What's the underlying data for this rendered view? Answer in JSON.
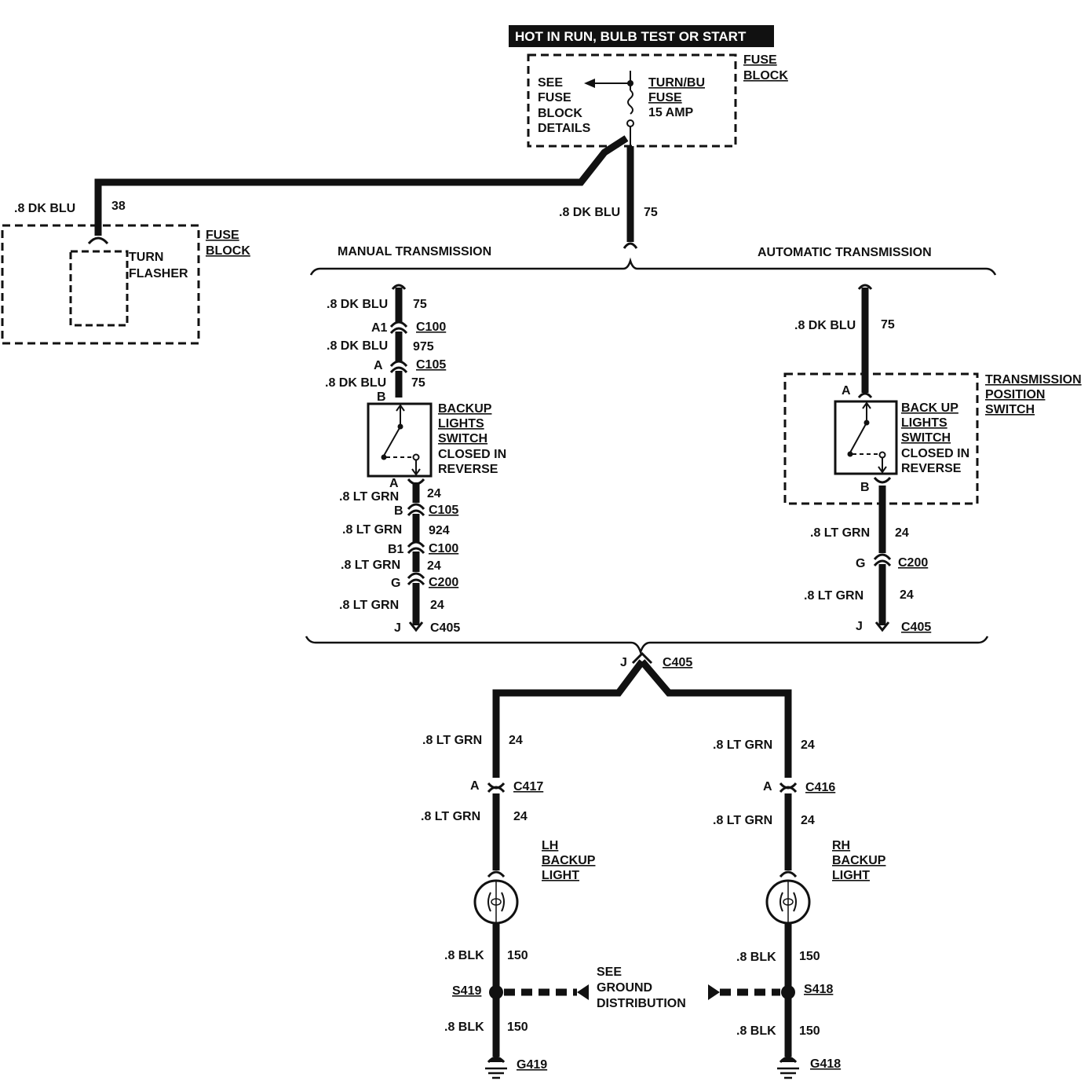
{
  "header": {
    "power_label": "HOT IN RUN, BULB TEST OR START"
  },
  "fuse_block_top": {
    "label_line1": "FUSE",
    "label_line2": "BLOCK",
    "see_line1": "SEE",
    "see_line2": "FUSE",
    "see_line3": "BLOCK",
    "see_line4": "DETAILS",
    "fuse_line1": "TURN/BU",
    "fuse_line2": "FUSE",
    "fuse_line3": "15 AMP"
  },
  "flasher_branch": {
    "wire_color": ".8 DK BLU",
    "circuit": "38",
    "block_label_line1": "FUSE",
    "block_label_line2": "BLOCK",
    "flasher_line1": "TURN",
    "flasher_line2": "FLASHER"
  },
  "main_feed": {
    "wire_color": ".8 DK BLU",
    "circuit": "75"
  },
  "sections": {
    "manual": "MANUAL TRANSMISSION",
    "automatic": "AUTOMATIC TRANSMISSION"
  },
  "manual": {
    "w1_color": ".8 DK BLU",
    "w1_circuit": "75",
    "c100_pin": "A1",
    "c100": "C100",
    "w2_color": ".8 DK BLU",
    "w2_circuit": "975",
    "c105_pin": "A",
    "c105": "C105",
    "w3_color": ".8 DK BLU",
    "w3_circuit": "75",
    "switch_in_pin": "B",
    "switch_line1": "BACKUP",
    "switch_line2": "LIGHTS",
    "switch_line3": "SWITCH",
    "switch_line4": "CLOSED IN",
    "switch_line5": "REVERSE",
    "switch_out_pin": "A",
    "w4_color": ".8 LT GRN",
    "w4_circuit": "24",
    "c105b_pin": "B",
    "c105b": "C105",
    "w5_color": ".8 LT GRN",
    "w5_circuit": "924",
    "c100b_pin": "B1",
    "c100b": "C100",
    "w6_color": ".8 LT GRN",
    "w6_circuit": "24",
    "c200_pin": "G",
    "c200": "C200",
    "w7_color": ".8 LT GRN",
    "w7_circuit": "24",
    "c405_pin": "J",
    "c405": "C405"
  },
  "automatic": {
    "w1_color": ".8 DK BLU",
    "w1_circuit": "75",
    "tps_line1": "TRANSMISSION",
    "tps_line2": "POSITION",
    "tps_line3": "SWITCH",
    "switch_in_pin": "A",
    "switch_line1": "BACK UP",
    "switch_line2": "LIGHTS",
    "switch_line3": "SWITCH",
    "switch_line4": "CLOSED IN",
    "switch_line5": "REVERSE",
    "switch_out_pin": "B",
    "w2_color": ".8 LT GRN",
    "w2_circuit": "24",
    "c200_pin": "G",
    "c200": "C200",
    "w3_color": ".8 LT GRN",
    "w3_circuit": "24",
    "c405_pin": "J",
    "c405": "C405"
  },
  "junction": {
    "pin": "J",
    "connector": "C405"
  },
  "left_light": {
    "w1_color": ".8 LT GRN",
    "w1_circuit": "24",
    "conn_pin": "A",
    "conn": "C417",
    "w2_color": ".8 LT GRN",
    "w2_circuit": "24",
    "label_line1": "LH",
    "label_line2": "BACKUP",
    "label_line3": "LIGHT",
    "w3_color": ".8 BLK",
    "w3_circuit": "150",
    "splice": "S419",
    "w4_color": ".8 BLK",
    "w4_circuit": "150",
    "ground": "G419"
  },
  "right_light": {
    "w1_color": ".8 LT GRN",
    "w1_circuit": "24",
    "conn_pin": "A",
    "conn": "C416",
    "w2_color": ".8 LT GRN",
    "w2_circuit": "24",
    "label_line1": "RH",
    "label_line2": "BACKUP",
    "label_line3": "LIGHT",
    "w3_color": ".8 BLK",
    "w3_circuit": "150",
    "splice": "S418",
    "w4_color": ".8 BLK",
    "w4_circuit": "150",
    "ground": "G418"
  },
  "ground_ref": {
    "line1": "SEE",
    "line2": "GROUND",
    "line3": "DISTRIBUTION"
  }
}
